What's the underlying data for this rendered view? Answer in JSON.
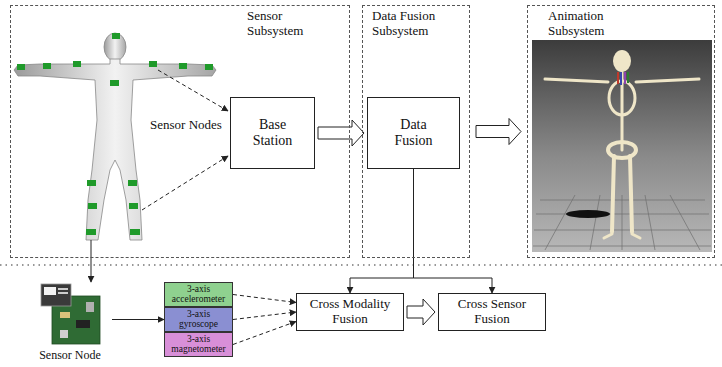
{
  "diagram": {
    "nodes": [
      {
        "text": [
          "Sensor Subsystem"
        ]
      },
      {
        "text": [
          "Base Station"
        ],
        "in": 0
      },
      {
        "text": [
          "Data Fusion Subsystem"
        ]
      },
      {
        "text": [
          "Data Fusion"
        ],
        "in": 2
      },
      {
        "text": [
          "Animation Subsystem"
        ]
      },
      {
        "text": [
          "Sensor Node"
        ]
      },
      {
        "text": [
          "3-axis accelerometer"
        ]
      },
      {
        "text": [
          "3-axis gyroscope"
        ]
      },
      {
        "text": [
          "3-axis magnetometer"
        ]
      },
      {
        "text": [
          "Cross Modality Fusion"
        ]
      },
      {
        "text": [
          "Cross Sensor Fusion"
        ]
      }
    ],
    "edges": [
      {
        "from": 1,
        "to": 3,
        "arrow": "to"
      },
      {
        "from": 2,
        "to": 4,
        "arrow": "to"
      },
      {
        "from": 5,
        "to": 7,
        "arrow": "to"
      },
      {
        "from": 6,
        "to": 9,
        "arrow": "to"
      },
      {
        "from": 7,
        "to": 9,
        "arrow": "to"
      },
      {
        "from": 8,
        "to": 9,
        "arrow": "to"
      },
      {
        "from": 9,
        "to": 10,
        "arrow": "to"
      },
      {
        "from": 3,
        "to": 9,
        "arrow": "to"
      },
      {
        "from": 3,
        "to": 10,
        "arrow": "to"
      }
    ],
    "labels": [
      "Sensor Nodes"
    ]
  }
}
